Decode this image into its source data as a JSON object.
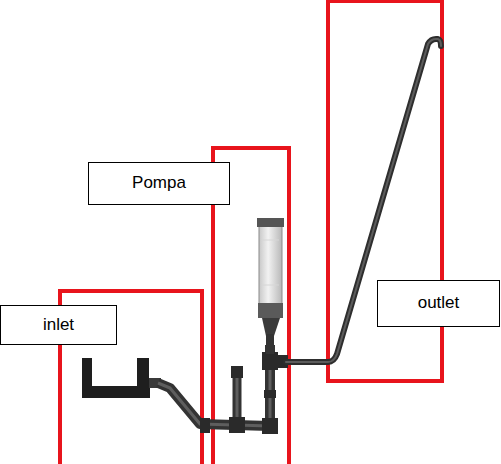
{
  "diagram": {
    "nodes": [
      {
        "text": [
          "Pompa"
        ]
      },
      {
        "text": [
          "outlet"
        ]
      },
      {
        "text": [
          "inlet"
        ]
      }
    ]
  }
}
